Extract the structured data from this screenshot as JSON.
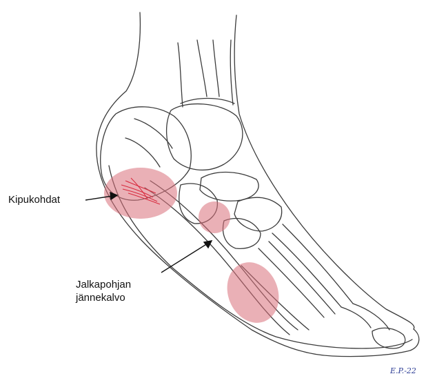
{
  "annotations": {
    "pain_points": "Kipukohdat",
    "plantar_fascia_line1": "Jalkapohjan",
    "plantar_fascia_line2": "jännekalvo"
  },
  "signature": "E.P.-22",
  "colors": {
    "pain_highlight": "#d9707a",
    "pain_strokes": "#d8283c",
    "sketch_line": "#3a3a3a",
    "signature": "#2f3f96"
  }
}
